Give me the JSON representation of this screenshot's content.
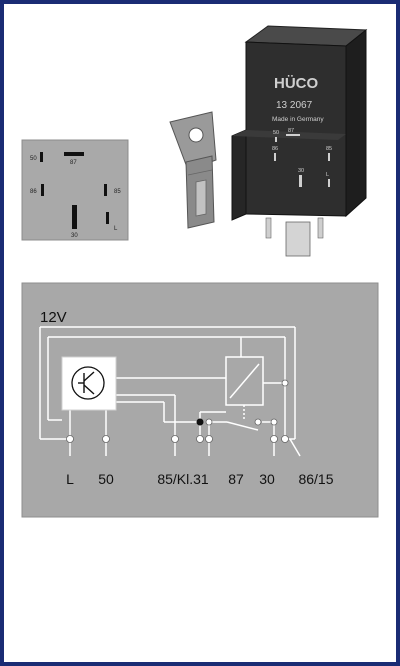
{
  "pinout": {
    "pins": [
      "50",
      "87",
      "86",
      "85",
      "30",
      "L"
    ]
  },
  "relay": {
    "brand": "HÜCO",
    "part_number": "13 2067",
    "origin": "Made in Germany",
    "pin_labels": [
      "50",
      "87",
      "86",
      "85",
      "30",
      "L"
    ]
  },
  "schematic": {
    "supply_label": "12V",
    "terminals": [
      "L",
      "50",
      "85/Kl.31",
      "87",
      "30",
      "86/15"
    ]
  },
  "colors": {
    "frame": "#1a2c74",
    "panel": "#a8a8a8",
    "line": "#ffffff",
    "relay_body": "#2e2e2e"
  }
}
